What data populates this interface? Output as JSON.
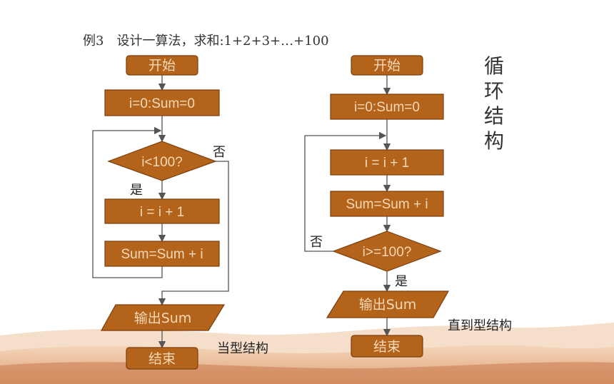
{
  "title": "例3　设计一算法，求和:1+2+3+…+100",
  "side_title": [
    "循",
    "环",
    "结",
    "构"
  ],
  "colors": {
    "box_fill": "#b4631a",
    "box_stroke": "#7a3f0c",
    "box_text": "#f5d9b8",
    "line": "#555555",
    "sand": "#e9b48c"
  },
  "left_flow": {
    "caption": "当型结构",
    "start": "开始",
    "init": "i=0:Sum=0",
    "condition": "i<100?",
    "yes": "是",
    "no": "否",
    "step1": "i = i + 1",
    "step2": "Sum=Sum + i",
    "output": "输出Sum",
    "end": "结束"
  },
  "right_flow": {
    "caption": "直到型结构",
    "start": "开始",
    "init": "i=0:Sum=0",
    "step1": "i = i + 1",
    "step2": "Sum=Sum + i",
    "condition": "i>=100?",
    "no": "否",
    "yes": "是",
    "output": "输出Sum",
    "end": "结束"
  }
}
